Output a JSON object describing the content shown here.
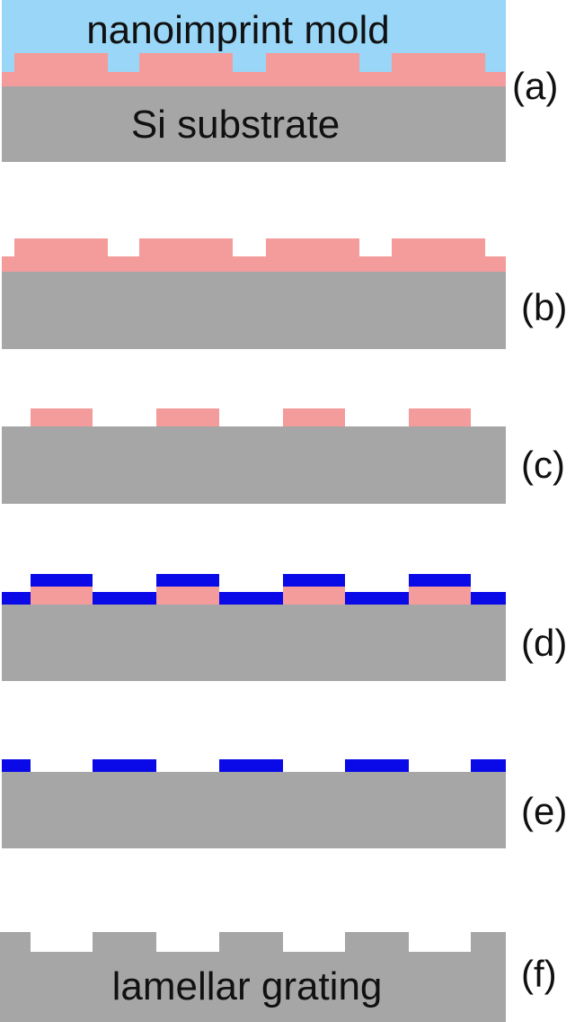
{
  "colors": {
    "mold": "#99d6f7",
    "resist": "#f49b9b",
    "substrate": "#a6a6a6",
    "metal": "#0a0ae8",
    "text": "#111111"
  },
  "steps": [
    {
      "id": "a",
      "label": "(a)",
      "layers": [
        "nanoimprint mold",
        "imprinted resist",
        "Si substrate"
      ]
    },
    {
      "id": "b",
      "label": "(b)",
      "layers": [
        "imprinted resist",
        "Si substrate"
      ]
    },
    {
      "id": "c",
      "label": "(c)",
      "layers": [
        "resist lines",
        "Si substrate"
      ]
    },
    {
      "id": "d",
      "label": "(d)",
      "layers": [
        "metal on resist",
        "metal in gaps",
        "resist lines",
        "Si substrate"
      ]
    },
    {
      "id": "e",
      "label": "(e)",
      "layers": [
        "metal mask",
        "Si substrate"
      ]
    },
    {
      "id": "f",
      "label": "(f)",
      "layers": [
        "lamellar grating"
      ]
    }
  ],
  "labels": {
    "mold": "nanoimprint mold",
    "substrate": "Si substrate",
    "grating": "lamellar grating"
  }
}
